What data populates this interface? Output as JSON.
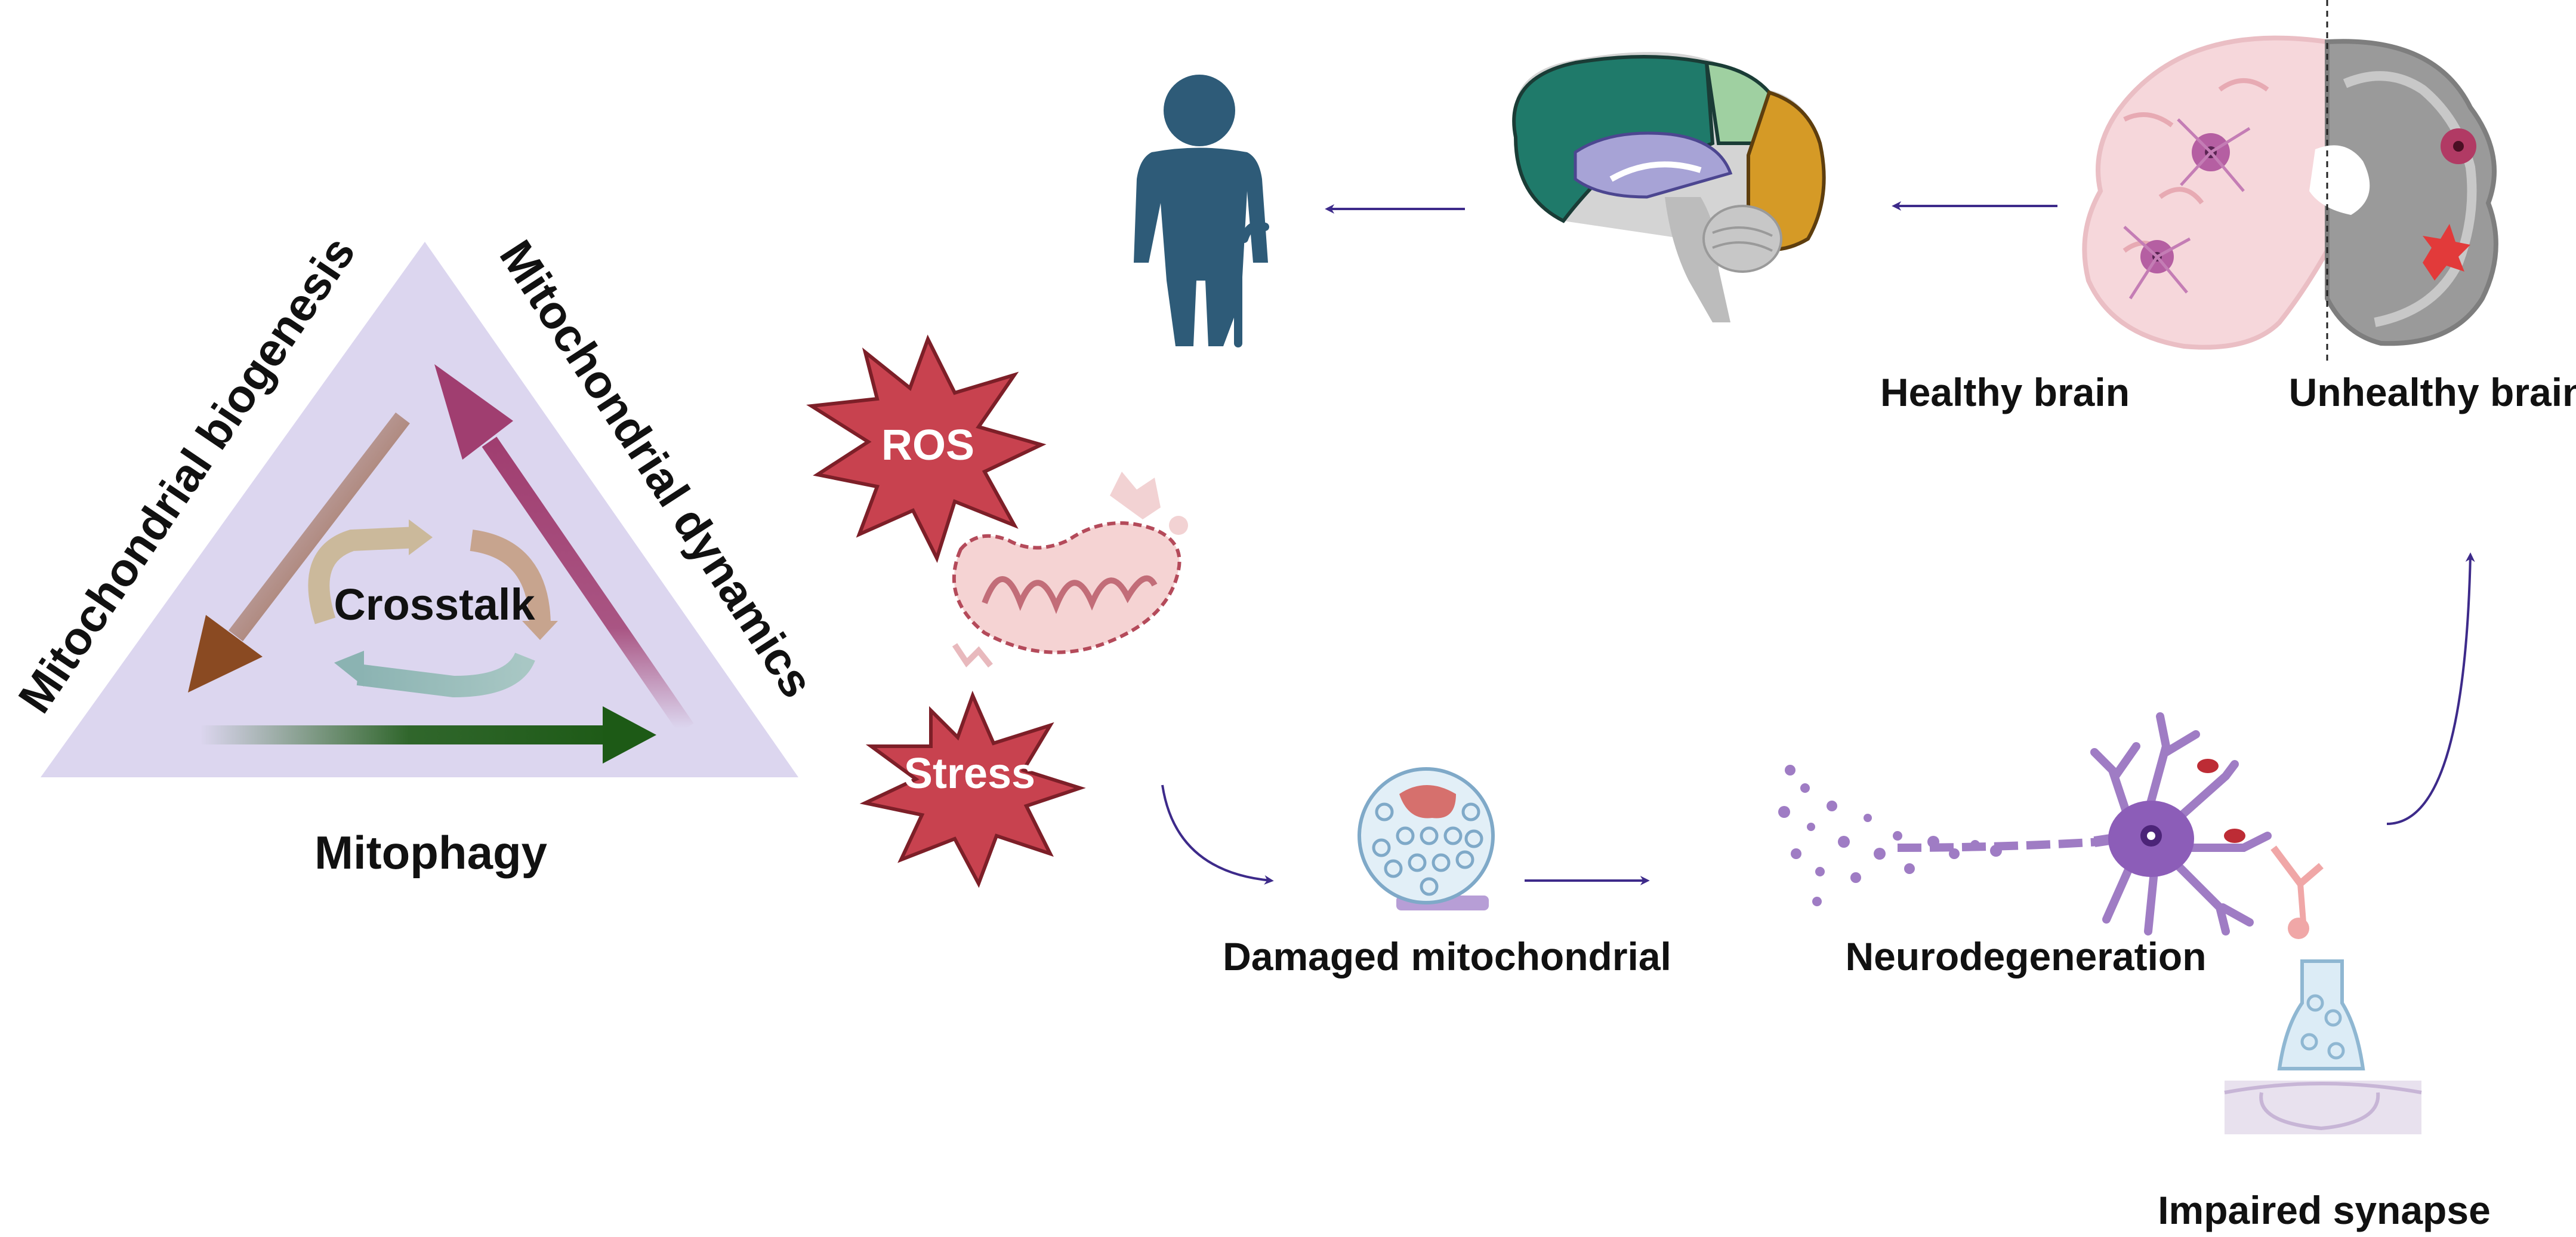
{
  "triangle": {
    "left_side_label": "Mitochondrial biogenesis",
    "right_side_label": "Mitochondrial dynamics",
    "bottom_label": "Mitophagy",
    "center_label": "Crosstalk"
  },
  "stressors": {
    "ros_label": "ROS",
    "stress_label": "Stress"
  },
  "pathway": {
    "damaged_label": "Damaged mitochondrial",
    "neurodegeneration_label": "Neurodegeneration",
    "impaired_synapse_label": "Impaired synapse",
    "healthy_brain_label": "Healthy brain",
    "unhealthy_brain_label": "Unhealthy brain"
  }
}
